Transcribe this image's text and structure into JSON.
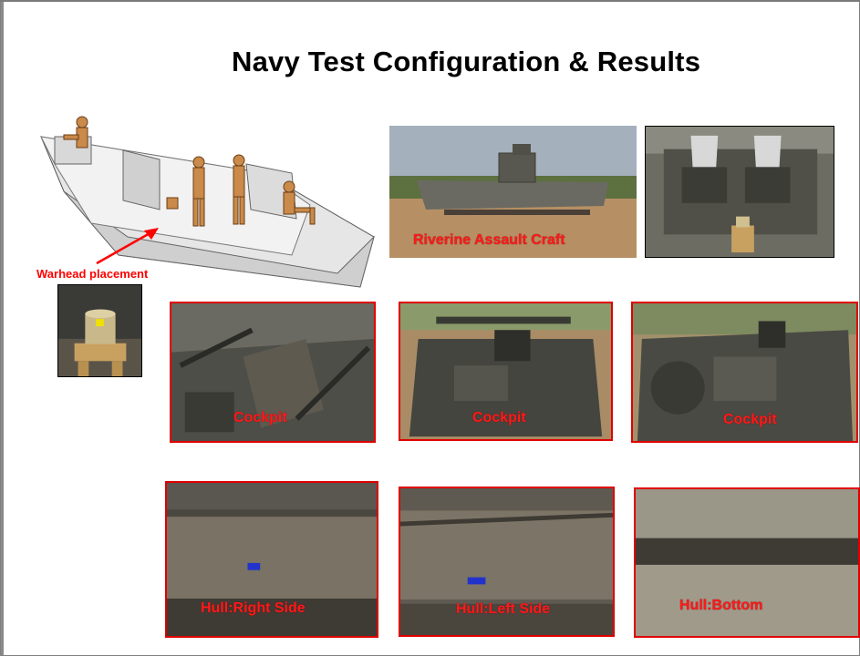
{
  "slide": {
    "title": "Navy Test Configuration & Results",
    "warhead_label": "Warhead placement"
  },
  "photos": {
    "craft_caption": "Riverine Assault Craft",
    "cockpit_1": "Cockpit",
    "cockpit_2": "Cockpit",
    "cockpit_3": "Cockpit",
    "hull_right": "Hull:Right Side",
    "hull_left": "Hull:Left Side",
    "hull_bottom": "Hull:Bottom"
  },
  "colors": {
    "caption": "#ff1a1a",
    "border": "#e00000",
    "arrow": "#ff0000"
  }
}
